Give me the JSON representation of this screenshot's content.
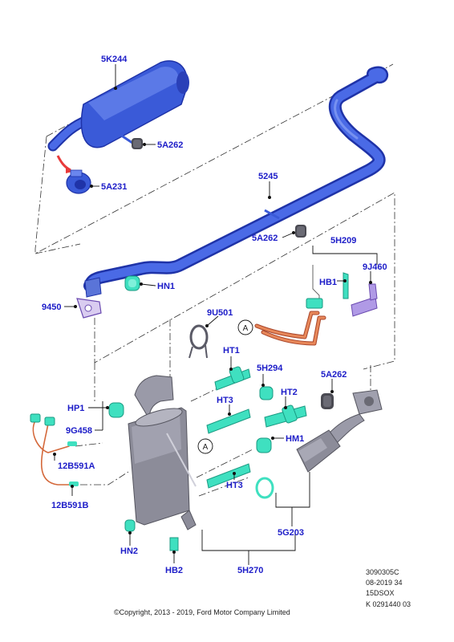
{
  "colors": {
    "label": "#1c1cc8",
    "pipe": "#3d5fe0",
    "pipe_dark": "#1f33a8",
    "green_part": "#3fe0c0",
    "gray_part": "#8c8c99",
    "copper": "#d4683a",
    "purple_part": "#9a7ad6",
    "arrow_red": "#e83a3a"
  },
  "labels": {
    "5K244": "5K244",
    "5A262_top": "5A262",
    "5A231": "5A231",
    "5245": "5245",
    "5A262_mid": "5A262",
    "5H209": "5H209",
    "9J460": "9J460",
    "HB1": "HB1",
    "HN1": "HN1",
    "9450": "9450",
    "9U501": "9U501",
    "callout_A": "A",
    "HT1": "HT1",
    "5H294": "5H294",
    "5A262_low": "5A262",
    "HP1": "HP1",
    "HT3_top": "HT3",
    "HT2": "HT2",
    "9G458": "9G458",
    "HM1": "HM1",
    "12B591A": "12B591A",
    "HT3_low": "HT3",
    "12B591B": "12B591B",
    "5G203": "5G203",
    "HN2": "HN2",
    "HB2": "HB2",
    "5H270": "5H270"
  },
  "footer": {
    "code_1": "3090305C",
    "code_2": "08-2019 34",
    "code_3": "15DSOX",
    "code_4": "K 0291440 03",
    "copyright": "©Copyright, 2013 - 2019, Ford Motor Company Limited"
  }
}
